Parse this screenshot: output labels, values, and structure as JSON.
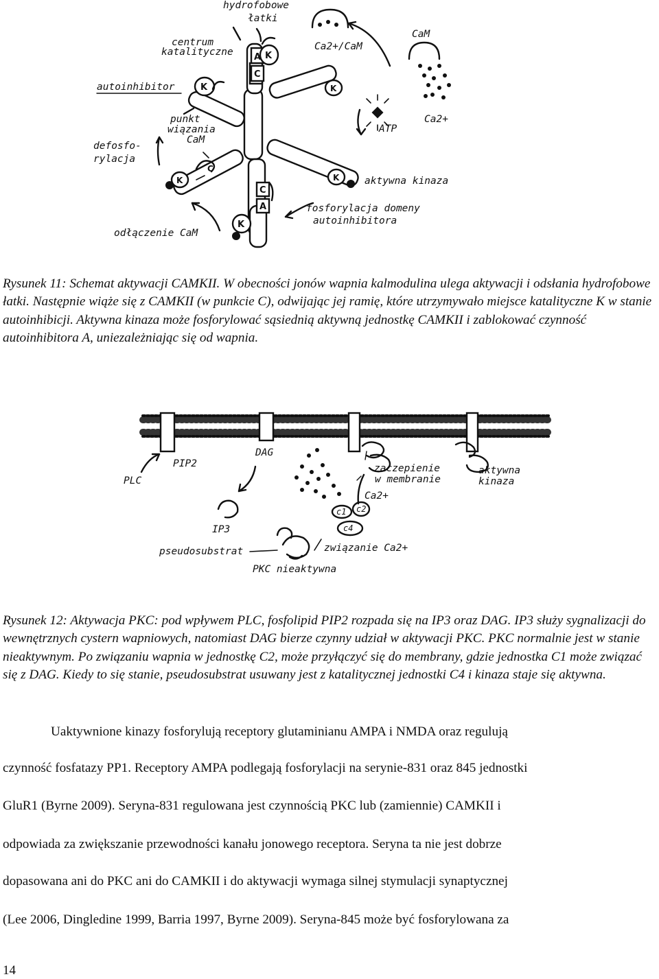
{
  "figure11": {
    "labels": {
      "hydrofobowe_1": "hydrofobowe",
      "hydrofobowe_2": "łatki",
      "centrum_1": "centrum",
      "centrum_2": "katalityczne",
      "ca_cam": "Ca2+/CaM",
      "cam": "CaM",
      "autoinhibitor": "autoinhibitor",
      "punkt_1": "punkt",
      "punkt_2": "wiązania",
      "punkt_3": "CaM",
      "defosfo_1": "defosfo-",
      "defosfo_2": "rylacja",
      "atp": "ATP",
      "ca2": "Ca2+",
      "aktywna_kinaza": "aktywna kinaza",
      "fosforylacja_1": "fosforylacja domeny",
      "fosforylacja_2": "autoinhibitora",
      "odlaczenie": "odłączenie CaM"
    },
    "caption": "Rysunek 11: Schemat aktywacji CAMKII. W obecności jonów wapnia kalmodulina ulega aktywacji i odsłania hydrofobowe łatki. Następnie wiąże się z CAMKII (w punkcie C), odwijając jej ramię, które utrzymywało miejsce katalityczne K w stanie autoinhibicji. Aktywna kinaza może fosforylować sąsiednią aktywną jednostkę CAMKII i zablokować czynność autoinhibitora A, uniezależniając się od wapnia."
  },
  "figure12": {
    "labels": {
      "plc": "PLC",
      "pip2": "PIP2",
      "dag": "DAG",
      "zaczepienie_1": "zaczepienie",
      "zaczepienie_2": "w membranie",
      "aktywna_1": "aktywna",
      "aktywna_2": "kinaza",
      "ca2": "Ca2+",
      "c1": "c1",
      "c2": "c2",
      "c4": "c4",
      "ip3": "IP3",
      "pseudosubstrat": "pseudosubstrat",
      "zwiazanie": "związanie Ca2+",
      "pkc": "PKC nieaktywna"
    },
    "caption": "Rysunek 12: Aktywacja PKC: pod wpływem PLC, fosfolipid PIP2 rozpada się na IP3 oraz DAG. IP3 służy sygnalizacji do wewnętrznych cystern wapniowych, natomiast DAG bierze czynny udział w aktywacji PKC. PKC normalnie jest w stanie nieaktywnym. Po związaniu wapnia w jednostkę C2, może przyłączyć się do membrany, gdzie jednostka C1 może związać się z DAG. Kiedy to się stanie, pseudosubstrat usuwany jest z katalitycznej jednostki C4 i kinaza staje się aktywna."
  },
  "body_lines": [
    "Uaktywnione kinazy fosforylują receptory glutaminianu AMPA i NMDA oraz regulują",
    "czynność fosfatazy PP1. Receptory AMPA podlegają fosforylacji na serynie-831 oraz 845 jednostki",
    "GluR1 (Byrne 2009). Seryna-831 regulowana jest czynnością PKC lub (zamiennie) CAMKII i",
    "odpowiada za zwiększanie przewodności kanału jonowego receptora. Seryna ta nie jest dobrze",
    "dopasowana ani do PKC ani do CAMKII i do aktywacji wymaga silnej stymulacji synaptycznej",
    "(Lee 2006, Dingledine 1999, Barria 1997, Byrne 2009). Seryna-845 może być fosforylowana za"
  ],
  "page_number": "14"
}
